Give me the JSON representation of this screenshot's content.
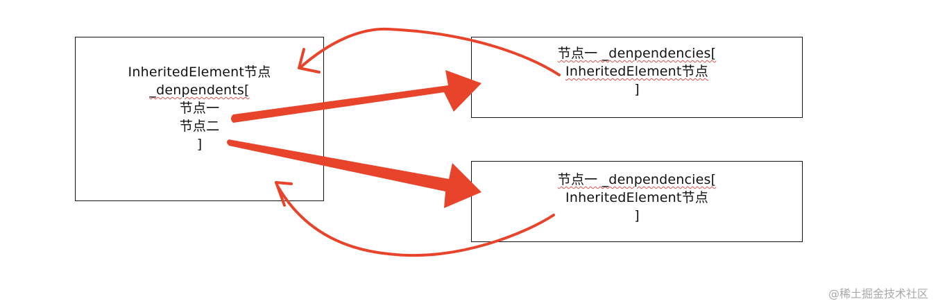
{
  "colors": {
    "arrow": "#e8442c",
    "border": "#111111",
    "text": "#111111",
    "squiggle": "#e05050",
    "watermark": "#a8a8a8"
  },
  "left_box": {
    "lines": [
      "InheritedElement节点",
      "_denpendents[",
      "节点一",
      "节点二",
      "]"
    ]
  },
  "top_right_box": {
    "lines": [
      "节点一 _denpendencies[",
      "InheritedElement节点",
      "]"
    ]
  },
  "bottom_right_box": {
    "lines": [
      "节点一 _denpendencies[",
      "InheritedElement节点",
      "]"
    ]
  },
  "watermark": "@稀土掘金技术社区"
}
